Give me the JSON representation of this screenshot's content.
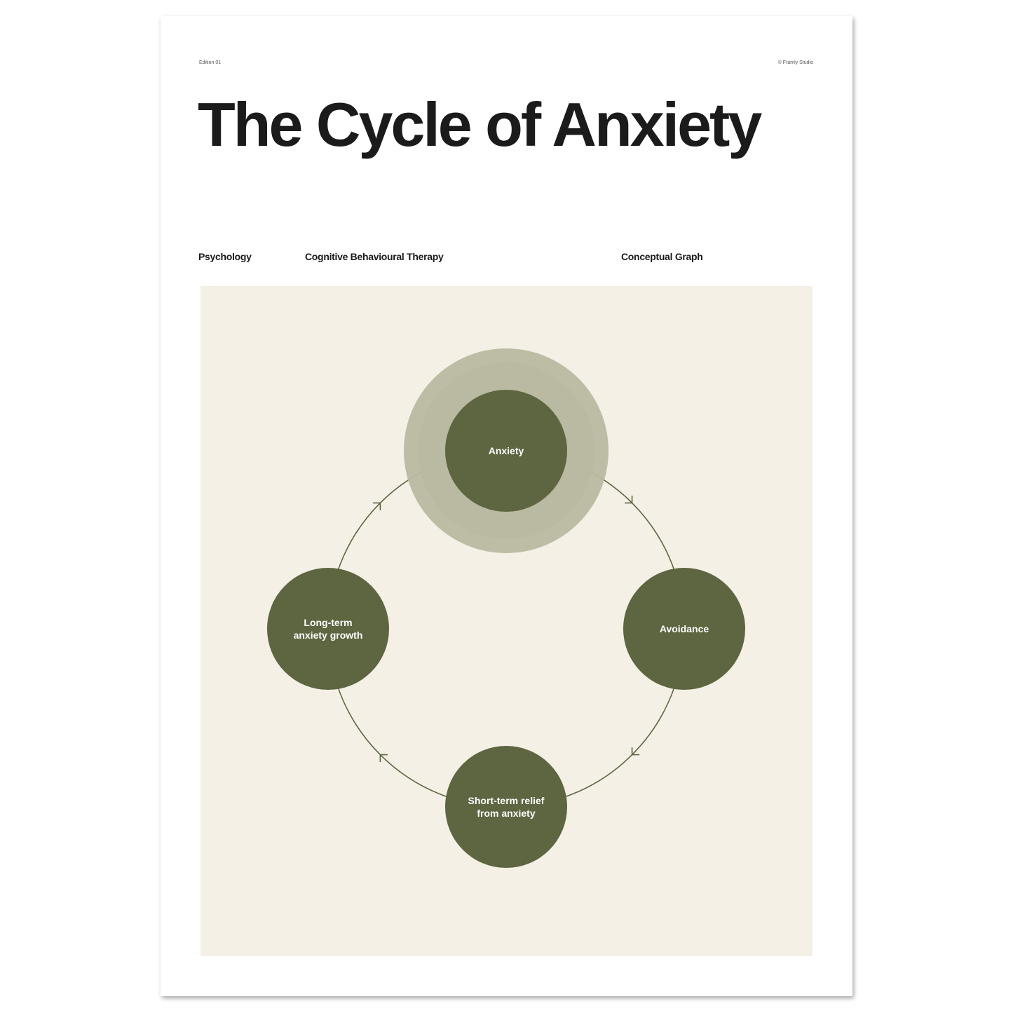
{
  "header": {
    "edition": "Edition 01",
    "copyright": "© Framly Studio",
    "title": "The Cycle of Anxiety"
  },
  "tags": {
    "field": "Psychology",
    "method": "Cognitive Behavioural Therapy",
    "kind": "Conceptual Graph"
  },
  "diagram": {
    "colors": {
      "node": "#5d6541",
      "edge": "#5d6541",
      "background": "#f5f0e5",
      "halo": "#b9b9a2"
    },
    "nodes": [
      {
        "id": "anxiety",
        "lines": [
          "Anxiety"
        ],
        "highlight": true
      },
      {
        "id": "avoidance",
        "lines": [
          "Avoidance"
        ],
        "highlight": false
      },
      {
        "id": "short-term-relief",
        "lines": [
          "Short-term relief",
          "from anxiety"
        ],
        "highlight": false
      },
      {
        "id": "long-term-growth",
        "lines": [
          "Long-term",
          "anxiety growth"
        ],
        "highlight": false
      }
    ],
    "edges": [
      {
        "from": "anxiety",
        "to": "avoidance"
      },
      {
        "from": "avoidance",
        "to": "short-term-relief"
      },
      {
        "from": "short-term-relief",
        "to": "long-term-growth"
      },
      {
        "from": "long-term-growth",
        "to": "anxiety"
      }
    ]
  }
}
